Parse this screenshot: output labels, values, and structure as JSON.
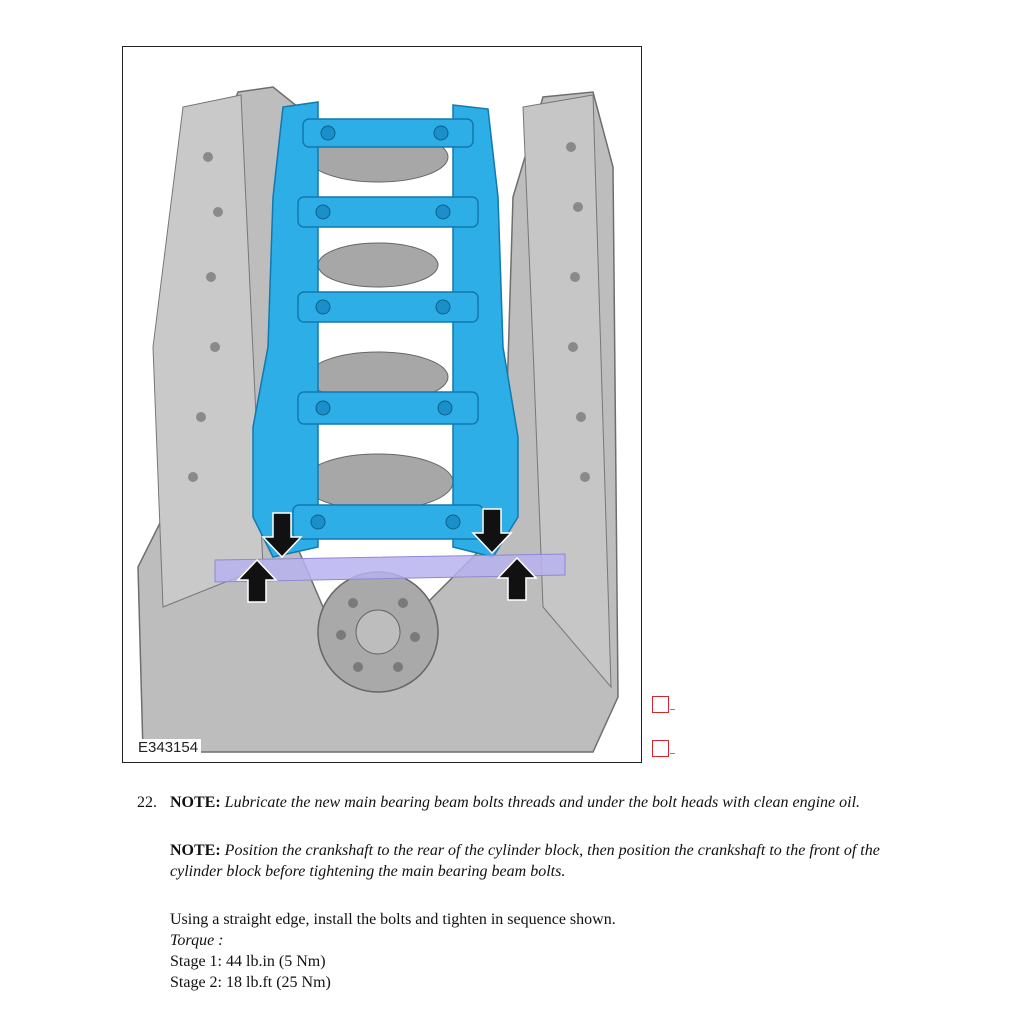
{
  "figure": {
    "id": "E343154",
    "colors": {
      "beam": "#2eaee6",
      "block": "#b9b9b9",
      "straight_edge": "#b8b3ee",
      "arrow": "#111111"
    },
    "flags": [
      "red-box-flag",
      "red-box-flag"
    ]
  },
  "step": {
    "number": "22.",
    "note1_label": "NOTE:",
    "note1_text": "Lubricate the new main bearing beam bolts threads and under the bolt heads with clean engine oil.",
    "note2_label": "NOTE:",
    "note2_text": "Position the crankshaft to the rear of the cylinder block, then position the crankshaft to the front of the cylinder block before tightening the main bearing beam bolts.",
    "instruction": "Using a straight edge, install the bolts and tighten in sequence shown.",
    "torque_label": "Torque :",
    "stage1": "Stage 1:  44 lb.in (5 Nm)",
    "stage2": "Stage 2:  18 lb.ft (25 Nm)"
  }
}
